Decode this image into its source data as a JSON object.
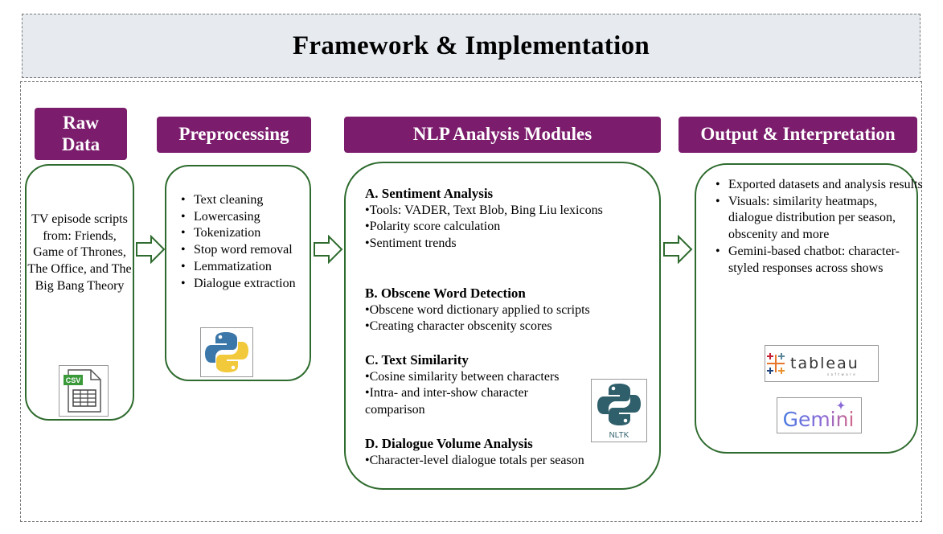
{
  "title": "Framework & Implementation",
  "colors": {
    "header_bg": "#7b1c6c",
    "box_border": "#2e6b2e",
    "title_bg": "#e7ebf0"
  },
  "stages": {
    "raw": {
      "header": "Raw Data",
      "text": "TV episode scripts from: Friends, Game of Thrones, The Office, and The Big Bang Theory",
      "icon_label": "CSV"
    },
    "preprocessing": {
      "header": "Preprocessing",
      "items": [
        "Text cleaning",
        "Lowercasing",
        "Tokenization",
        "Stop word removal",
        "Lemmatization",
        "Dialogue extraction"
      ]
    },
    "nlp": {
      "header": "NLP Analysis Modules",
      "modules": [
        {
          "heading": "A. Sentiment Analysis",
          "lines": [
            "•Tools: VADER, Text Blob, Bing Liu lexicons",
            "•Polarity score calculation",
            "•Sentiment trends"
          ]
        },
        {
          "heading": "B. Obscene Word Detection",
          "lines": [
            "•Obscene word dictionary applied to scripts",
            "•Creating character obscenity scores"
          ]
        },
        {
          "heading": "C. Text Similarity",
          "lines": [
            "•Cosine similarity between characters",
            "•Intra- and inter-show character comparison"
          ]
        },
        {
          "heading": "D. Dialogue Volume Analysis",
          "lines": [
            "•Character-level dialogue totals per season"
          ]
        }
      ],
      "nltk_label": "NLTK"
    },
    "output": {
      "header": "Output & Interpretation",
      "items": [
        "Exported datasets and analysis results",
        "Visuals: similarity heatmaps, dialogue distribution per season, obscenity and more",
        "Gemini-based chatbot: character-styled responses across shows"
      ],
      "tableau_label": "tableau",
      "tableau_sub": "software",
      "gemini_label": "Gemini"
    }
  }
}
